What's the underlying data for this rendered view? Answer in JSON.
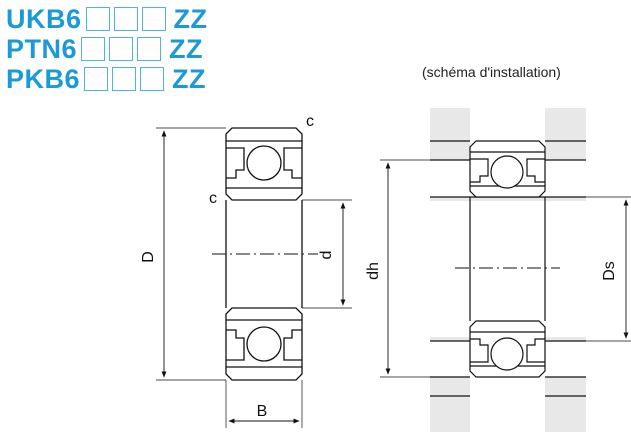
{
  "titles": [
    "UKB6",
    "PTN6",
    "PKB6"
  ],
  "title_suffix": "ZZ",
  "installation_note": "(schéma d'installation)",
  "dimension_labels": {
    "chamfer": "c",
    "outer_diameter": "D",
    "inner_diameter": "d",
    "width": "B",
    "housing_shoulder_diameter": "dh",
    "shaft_shoulder_diameter": "Ds"
  },
  "colors": {
    "title_blue": "#1a9ad6",
    "housing_fill": "#e8e8e8",
    "line": "#111111"
  }
}
